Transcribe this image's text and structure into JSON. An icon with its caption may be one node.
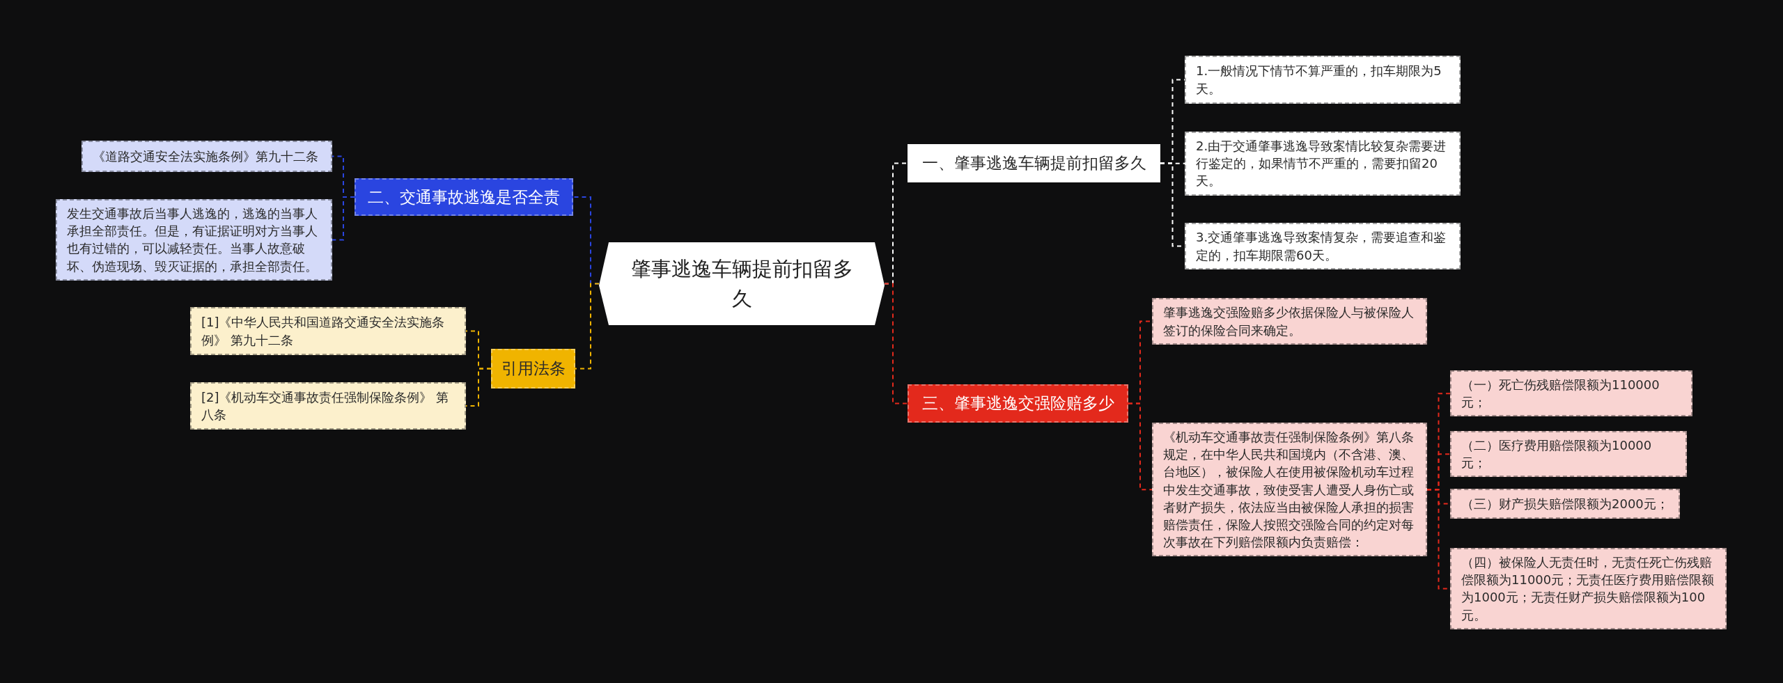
{
  "diagram": {
    "nodes": [
      {
        "text": [
          "肇事逃逸车辆提前扣留多久"
        ]
      },
      {
        "text": [
          "一、肇事逃逸车辆提前扣留多久"
        ]
      },
      {
        "text": [
          "1.一般情况下情节不算严重的，扣车期限为5天。"
        ]
      },
      {
        "text": [
          "2.由于交通肇事逃逸导致案情比较复杂需要进行鉴定的，如果情节不严重的，需要扣留20天。"
        ]
      },
      {
        "text": [
          "3.交通肇事逃逸导致案情复杂，需要追查和鉴定的，扣车期限需60天。"
        ]
      },
      {
        "text": [
          "二、交通事故逃逸是否全责"
        ]
      },
      {
        "text": [
          "《道路交通安全法实施条例》第九十二条"
        ]
      },
      {
        "text": [
          "发生交通事故后当事人逃逸的，逃逸的当事人承担全部责任。但是，有证据证明对方当事人也有过错的，可以减轻责任。当事人故意破坏、伪造现场、毁灭证据的，承担全部责任。"
        ]
      },
      {
        "text": [
          "引用法条"
        ]
      },
      {
        "text": [
          "[1]《中华人民共和国道路交通安全法实施条例》 第九十二条"
        ]
      },
      {
        "text": [
          "[2]《机动车交通事故责任强制保险条例》 第八条"
        ]
      },
      {
        "text": [
          "三、肇事逃逸交强险赔多少"
        ]
      },
      {
        "text": [
          "肇事逃逸交强险赔多少依据保险人与被保险人签订的保险合同来确定。"
        ]
      },
      {
        "text": [
          "《机动车交通事故责任强制保险条例》第八条规定，在中华人民共和国境内（不含港、澳、台地区），被保险人在使用被保险机动车过程中发生交通事故，致使受害人遭受人身伤亡或者财产损失，依法应当由被保险人承担的损害赔偿责任，保险人按照交强险合同的约定对每次事故在下列赔偿限额内负责赔偿："
        ]
      },
      {
        "text": [
          "（一）死亡伤残赔偿限额为110000元；"
        ]
      },
      {
        "text": [
          "（二）医疗费用赔偿限额为10000元；"
        ]
      },
      {
        "text": [
          "（三）财产损失赔偿限额为2000元；"
        ]
      },
      {
        "text": [
          "（四）被保险人无责任时，无责任死亡伤残赔偿限额为11000元；无责任医疗费用赔偿限额为1000元；无责任财产损失赔偿限额为100元。"
        ]
      }
    ],
    "edges": [
      {
        "from": 0,
        "to": 1,
        "arrow": "none",
        "style": "dashed",
        "color": "#ffffff"
      },
      {
        "from": 1,
        "to": 2,
        "arrow": "none",
        "style": "dashed",
        "color": "#ffffff"
      },
      {
        "from": 1,
        "to": 3,
        "arrow": "none",
        "style": "dashed",
        "color": "#ffffff"
      },
      {
        "from": 1,
        "to": 4,
        "arrow": "none",
        "style": "dashed",
        "color": "#ffffff"
      },
      {
        "from": 0,
        "to": 5,
        "arrow": "none",
        "style": "dashed",
        "color": "#2a45e0"
      },
      {
        "from": 5,
        "to": 6,
        "arrow": "none",
        "style": "dashed",
        "color": "#2a45e0"
      },
      {
        "from": 5,
        "to": 7,
        "arrow": "none",
        "style": "dashed",
        "color": "#2a45e0"
      },
      {
        "from": 0,
        "to": 8,
        "arrow": "none",
        "style": "dashed",
        "color": "#f0b400"
      },
      {
        "from": 8,
        "to": 9,
        "arrow": "none",
        "style": "dashed",
        "color": "#f0b400"
      },
      {
        "from": 8,
        "to": 10,
        "arrow": "none",
        "style": "dashed",
        "color": "#f0b400"
      },
      {
        "from": 0,
        "to": 11,
        "arrow": "none",
        "style": "dashed",
        "color": "#e3291c"
      },
      {
        "from": 11,
        "to": 12,
        "arrow": "none",
        "style": "dashed",
        "color": "#e3291c"
      },
      {
        "from": 11,
        "to": 13,
        "arrow": "none",
        "style": "dashed",
        "color": "#e3291c"
      },
      {
        "from": 13,
        "to": 14,
        "arrow": "none",
        "style": "dashed",
        "color": "#e3291c"
      },
      {
        "from": 13,
        "to": 15,
        "arrow": "none",
        "style": "dashed",
        "color": "#e3291c"
      },
      {
        "from": 13,
        "to": 16,
        "arrow": "none",
        "style": "dashed",
        "color": "#e3291c"
      },
      {
        "from": 13,
        "to": 17,
        "arrow": "none",
        "style": "dashed",
        "color": "#e3291c"
      }
    ]
  }
}
